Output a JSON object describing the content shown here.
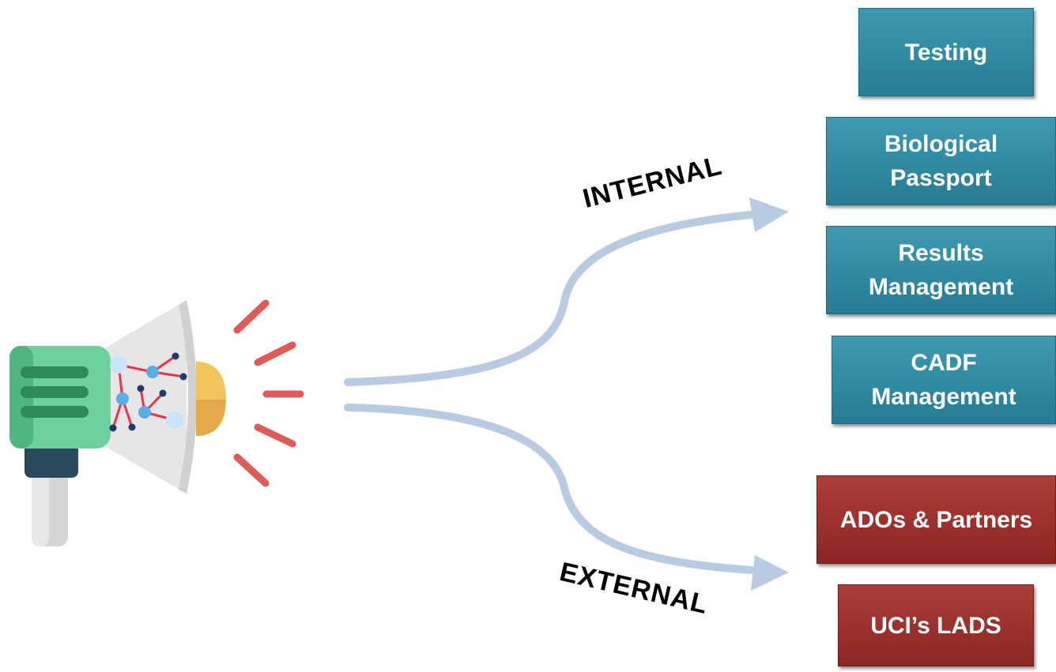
{
  "routes": {
    "internal": {
      "label": "INTERNAL",
      "boxes": [
        {
          "label": "Testing"
        },
        {
          "label": "Biological\nPassport"
        },
        {
          "label": "Results\nManagement"
        },
        {
          "label": "CADF\nManagement"
        }
      ]
    },
    "external": {
      "label": "EXTERNAL",
      "boxes": [
        {
          "label": "ADOs & Partners"
        },
        {
          "label": "UCI’s LADS"
        }
      ]
    }
  },
  "icons": {
    "megaphone": "megaphone-icon",
    "network": "network-graph-icon",
    "sound_waves": "sound-wave-icon"
  },
  "colors": {
    "internal_box": "#2f8aa2",
    "external_box": "#9b302c",
    "arrow": "#b8cbe2",
    "megaphone_green": "#6dd19f",
    "megaphone_dark": "#2b4a5e",
    "sound_wave": "#e05a57"
  }
}
